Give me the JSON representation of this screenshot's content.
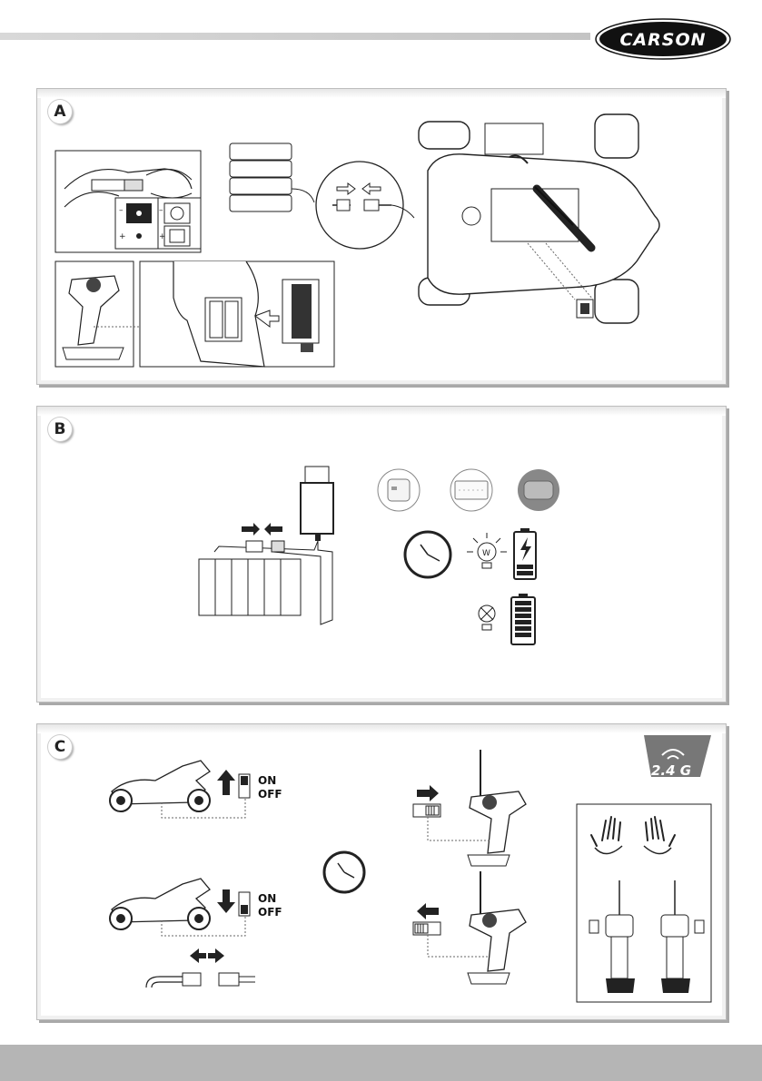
{
  "brand": {
    "name": "CARSON"
  },
  "sections": {
    "a": {
      "badge": "A"
    },
    "b": {
      "badge": "B"
    },
    "c": {
      "badge": "C"
    }
  },
  "polarity": {
    "minus": "–",
    "plus": "+"
  },
  "bulb_letter": "W",
  "switch": {
    "on": "ON",
    "off": "OFF"
  },
  "frequency_badge": "2.4 G",
  "colors": {
    "frame_shadow": "#a9a9a9",
    "bar_gray": "#b5b5b5",
    "line": "#222222"
  }
}
